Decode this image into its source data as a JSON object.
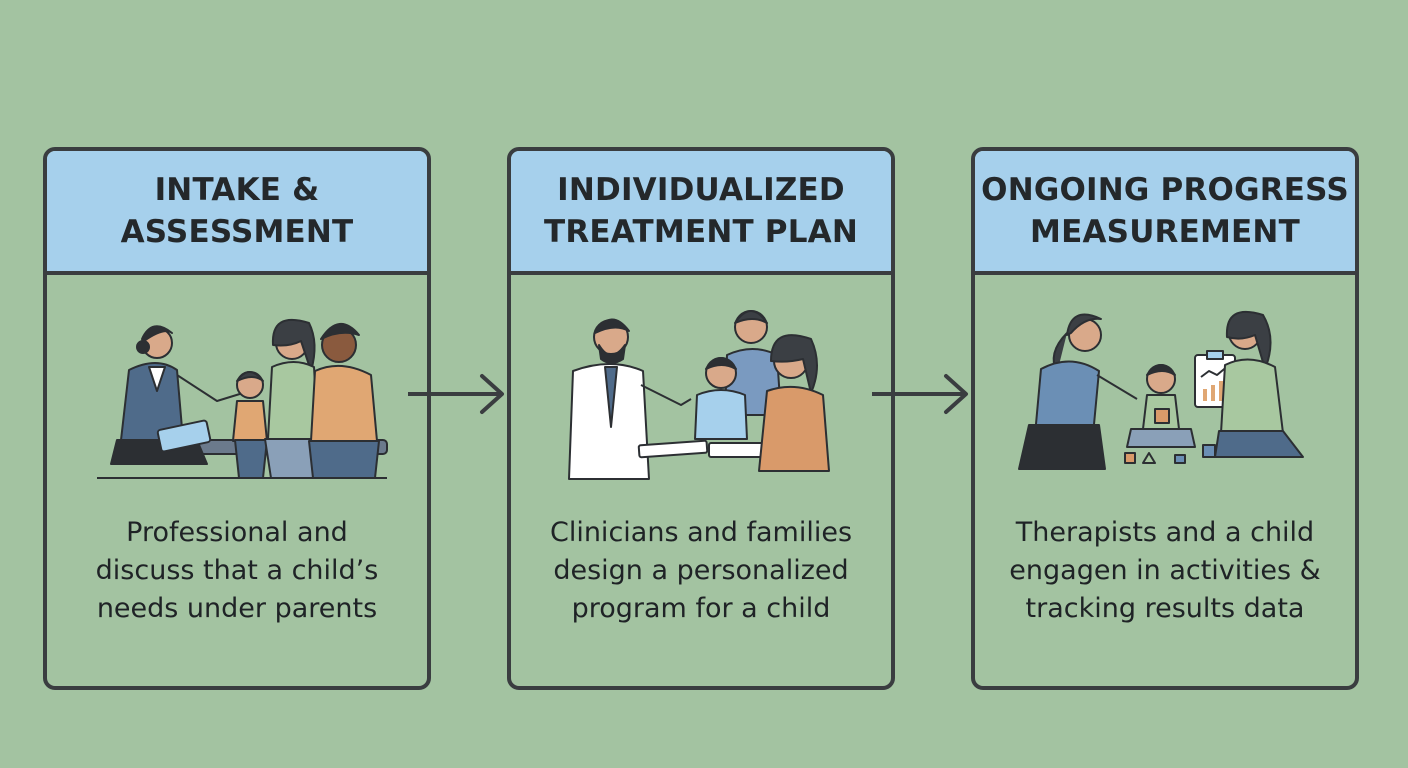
{
  "steps": [
    {
      "title": "INTAKE &\nASSESSMENT",
      "description": "Professional and\ndiscuss that a child’s\nneeds under parents",
      "illustration": "intake-meeting-illustration"
    },
    {
      "title": "INDIVIDUALIZED\nTREATMENT PLAN",
      "description": "Clinicians and families\ndesign a personalized\nprogram for a child",
      "illustration": "treatment-planning-illustration"
    },
    {
      "title": "ONGOING PROGRESS\nMEASUREMENT",
      "description": "Therapists and a child\nengagen in activities &\ntracking results data",
      "illustration": "progress-tracking-illustration"
    }
  ],
  "colors": {
    "background": "#a3c3a1",
    "header": "#a6d0ec",
    "border": "#3a3d40"
  }
}
